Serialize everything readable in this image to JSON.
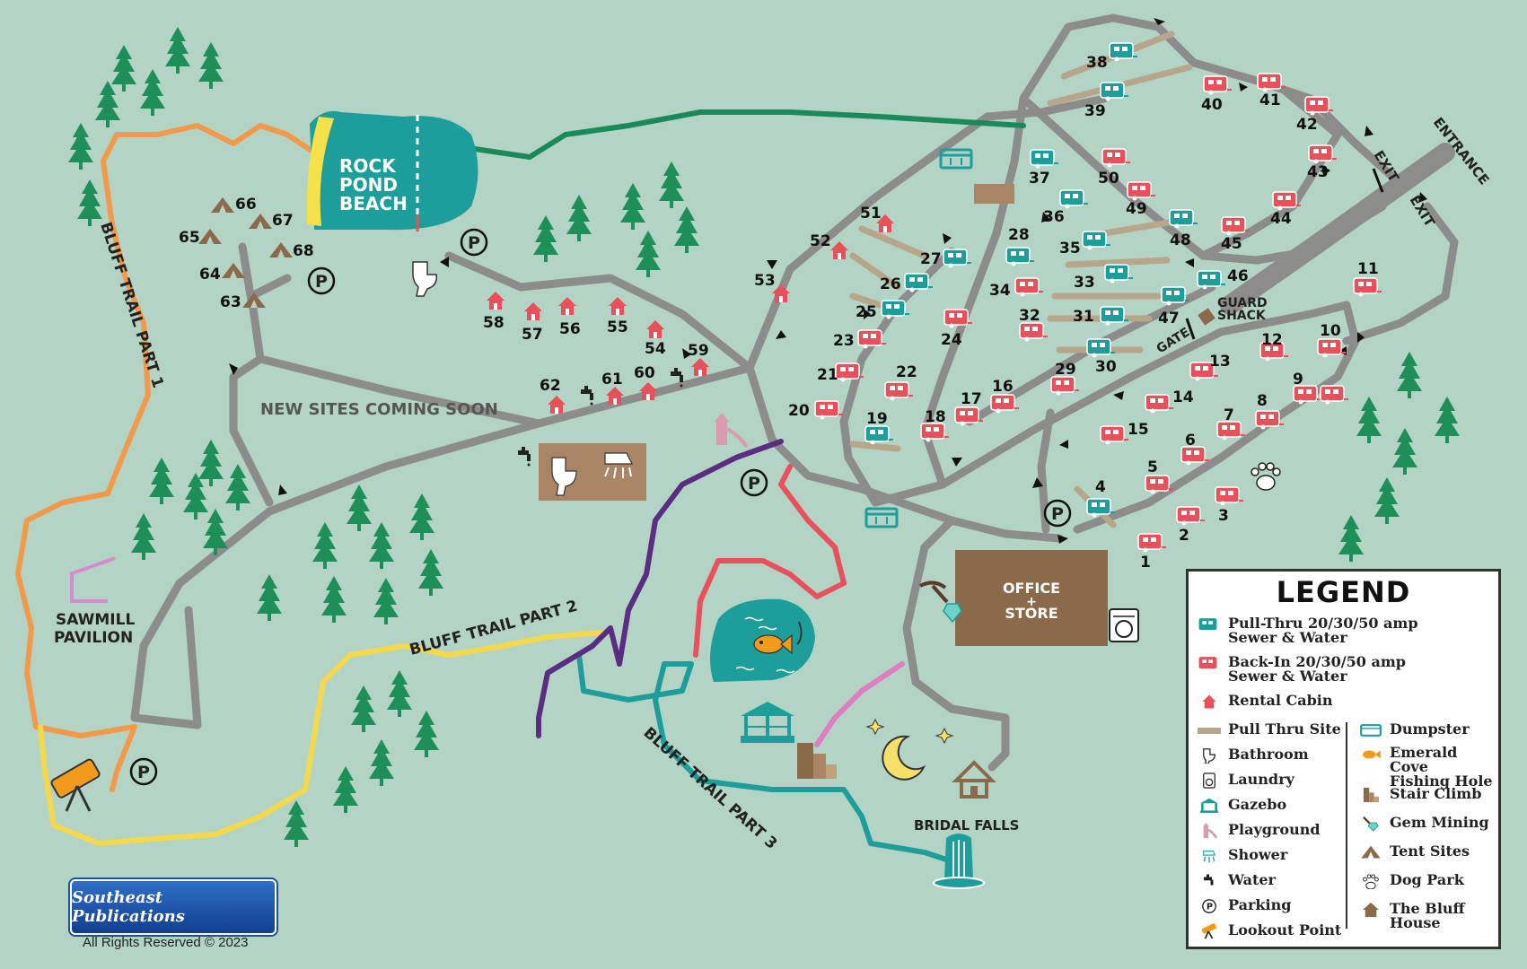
{
  "colors": {
    "background": "#b3d3c5",
    "road": "#8c8c8c",
    "trail1": "#f29a4a",
    "trail2": "#f5d94a",
    "trail3": "#1e9e9a",
    "trail_purple": "#5a2d82",
    "trail_red": "#e8505b",
    "trail_green": "#1a8a5a",
    "trail_pink": "#e07cc0",
    "tree": "#1f8f5a",
    "building": "#8a6a4a",
    "pull_thru": "#1e9e9a",
    "back_in": "#e8505b"
  },
  "labels": {
    "rock_pond_beach": "ROCK POND BEACH",
    "rock": "ROCK",
    "pond": "POND",
    "beach": "BEACH",
    "bluff_trail_1": "BLUFF TRAIL PART 1",
    "bluff_trail_2": "BLUFF TRAIL PART 2",
    "bluff_trail_3": "BLUFF TRAIL PART 3",
    "new_sites": "NEW SITES COMING SOON",
    "sawmill": "SAWMILL",
    "pavilion": "PAVILION",
    "office": "OFFICE",
    "plus": "+",
    "store": "STORE",
    "guard": "GUARD",
    "shack": "SHACK",
    "gate": "GATE",
    "exit": "EXIT",
    "entrance": "ENTRANCE",
    "bridal_falls": "BRIDAL FALLS",
    "parking_glyph": "P"
  },
  "site_numbers": {
    "s1": "1",
    "s2": "2",
    "s3": "3",
    "s4": "4",
    "s5": "5",
    "s6": "6",
    "s7": "7",
    "s8": "8",
    "s9": "9",
    "s10": "10",
    "s11": "11",
    "s12": "12",
    "s13": "13",
    "s14": "14",
    "s15": "15",
    "s16": "16",
    "s17": "17",
    "s18": "18",
    "s19": "19",
    "s20": "20",
    "s21": "21",
    "s22": "22",
    "s23": "23",
    "s24": "24",
    "s25": "25",
    "s26": "26",
    "s27": "27",
    "s28": "28",
    "s29": "29",
    "s30": "30",
    "s31": "31",
    "s32": "32",
    "s33": "33",
    "s34": "34",
    "s35": "35",
    "s36": "36",
    "s37": "37",
    "s38": "38",
    "s39": "39",
    "s40": "40",
    "s41": "41",
    "s42": "42",
    "s43": "43",
    "s44": "44",
    "s45": "45",
    "s46": "46",
    "s47": "47",
    "s48": "48",
    "s49": "49",
    "s50": "50",
    "s51": "51",
    "s52": "52",
    "s53": "53",
    "s54": "54",
    "s55": "55",
    "s56": "56",
    "s57": "57",
    "s58": "58",
    "s59": "59",
    "s60": "60",
    "s61": "61",
    "s62": "62",
    "s63": "63",
    "s64": "64",
    "s65": "65",
    "s66": "66",
    "s67": "67",
    "s68": "68"
  },
  "legend": {
    "title": "LEGEND",
    "pull_thru_1": "Pull-Thru 20/30/50 amp",
    "pull_thru_2": "Sewer & Water",
    "back_in_1": "Back-In 20/30/50 amp",
    "back_in_2": "Sewer & Water",
    "rental_cabin": "Rental Cabin",
    "pull_thru_site": "Pull Thru Site",
    "bathroom": "Bathroom",
    "laundry": "Laundry",
    "gazebo": "Gazebo",
    "playground": "Playground",
    "shower": "Shower",
    "water": "Water",
    "parking": "Parking",
    "lookout": "Lookout Point",
    "dumpster": "Dumpster",
    "emerald_1": "Emerald Cove",
    "emerald_2": "Fishing Hole",
    "stair": "Stair Climb",
    "gem": "Gem Mining",
    "tent": "Tent Sites",
    "dog": "Dog Park",
    "bluff_house_1": "The Bluff",
    "bluff_house_2": "House"
  },
  "publisher": "Southeast Publications",
  "copyright": "All Rights Reserved © 2023"
}
